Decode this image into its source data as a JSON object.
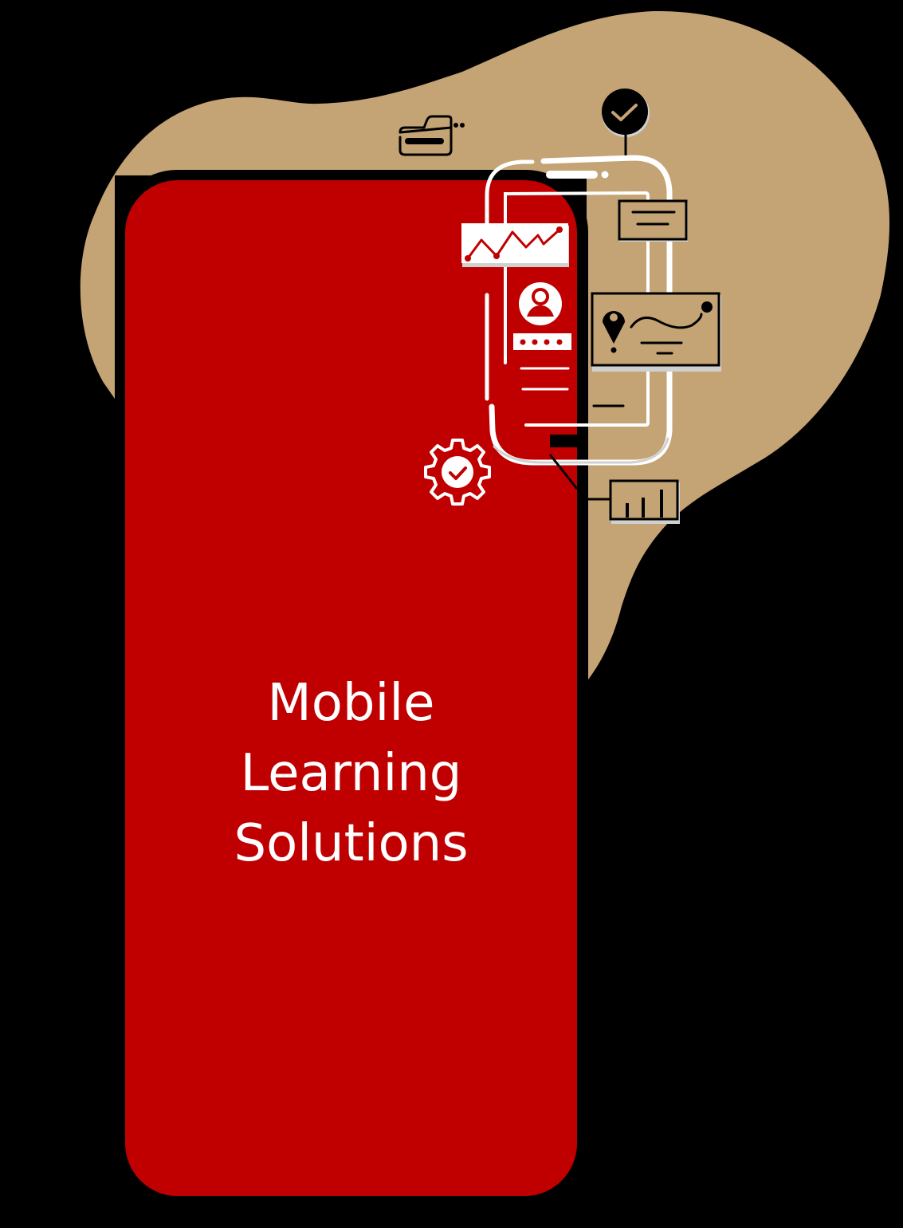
{
  "hero": {
    "title_lines": [
      "Mobile",
      "Learning",
      "Solutions"
    ],
    "title": "Mobile Learning Solutions"
  },
  "colors": {
    "background": "#000000",
    "blob": "#C4A374",
    "phone_fill": "#C00000",
    "phone_outline": "#000000",
    "line_art": "#FFFFFF",
    "icon_stroke": "#000000",
    "shadow": "#D0D0D0"
  },
  "illustration": {
    "icons": [
      "folder-icon",
      "check-circle-icon",
      "line-chart-card-icon",
      "user-profile-icon",
      "password-dots-icon",
      "text-card-icon",
      "map-route-card-icon",
      "gear-check-icon",
      "bar-chart-card-icon"
    ]
  }
}
